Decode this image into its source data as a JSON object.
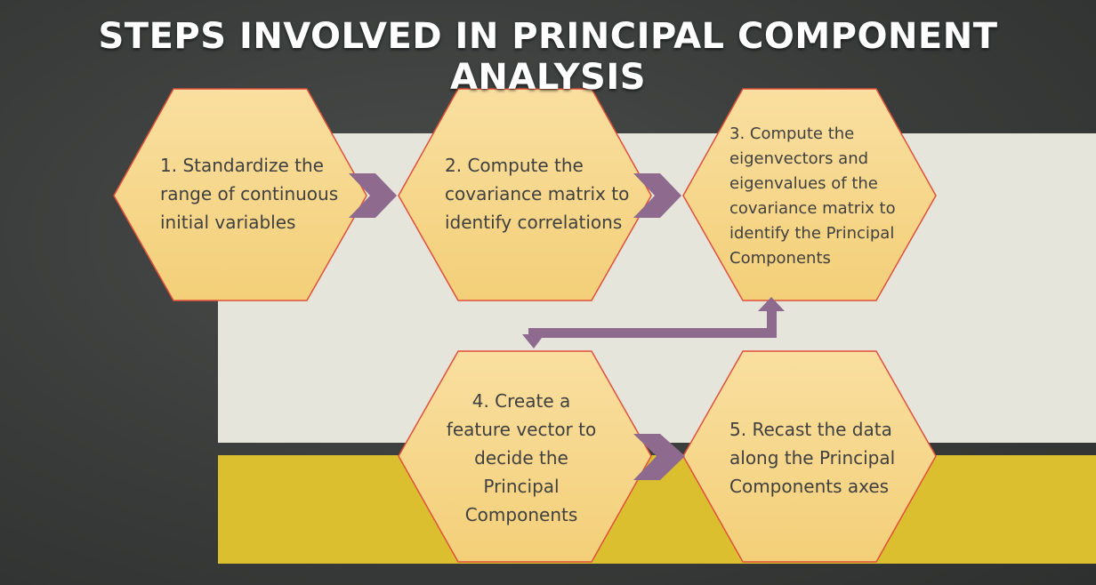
{
  "slide": {
    "title": "STEPS INVOLVED IN PRINCIPAL COMPONENT ANALYSIS"
  },
  "colors": {
    "background": "#3a3c3b",
    "band_light": "#e5e5db",
    "band_gold": "#dcbf2f",
    "hex_fill": "#f7d98c",
    "hex_border": "#e0503a",
    "arrow": "#8e6a8f",
    "text": "#404040"
  },
  "steps": [
    {
      "text": "1. Standardize the range of continuous initial variables"
    },
    {
      "text": "2. Compute the covariance matrix to identify correlations"
    },
    {
      "text": "3. Compute the eigenvectors and eigenvalues of the covariance matrix to identify the Principal Components"
    },
    {
      "text": "4. Create a feature vector to decide the Principal Components"
    },
    {
      "text": "5. Recast the data along the Principal Components axes"
    }
  ],
  "connectors": [
    {
      "from": 1,
      "to": 2,
      "icon": "chevron-right-icon"
    },
    {
      "from": 2,
      "to": 3,
      "icon": "chevron-right-icon"
    },
    {
      "from": 3,
      "to": 4,
      "icon": "elbow-arrow-icon"
    },
    {
      "from": 4,
      "to": 5,
      "icon": "chevron-right-icon"
    }
  ]
}
